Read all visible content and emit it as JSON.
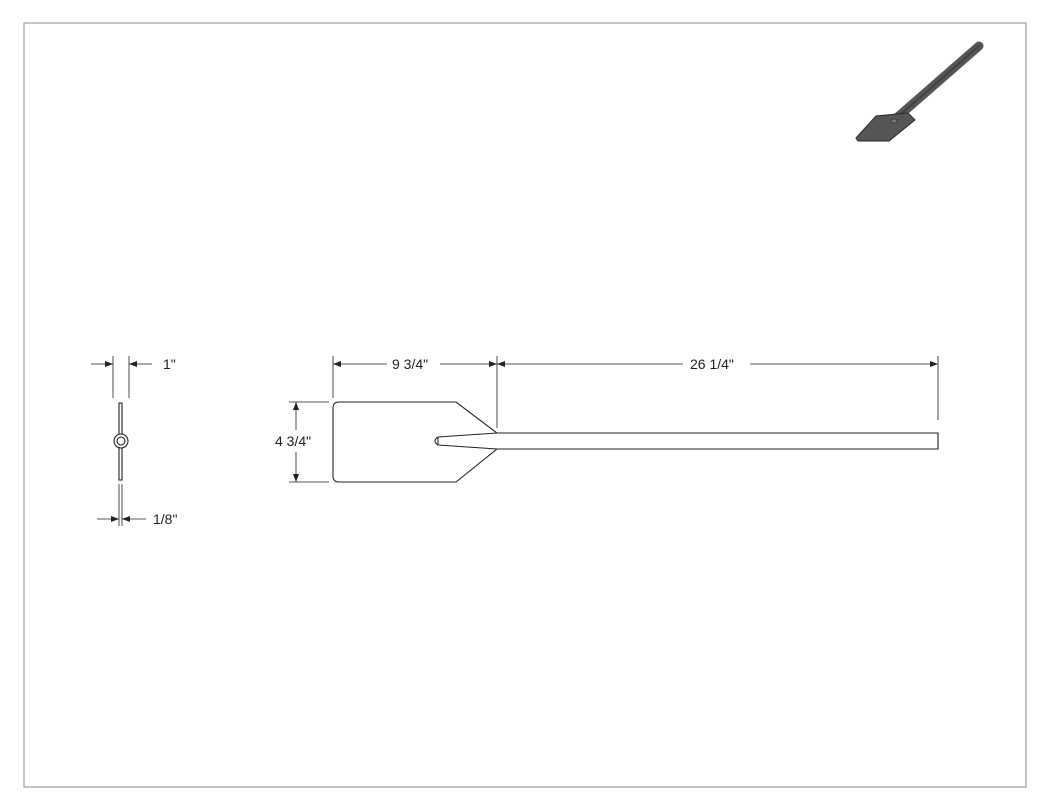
{
  "dimensions": {
    "side_width": "1\"",
    "side_thickness": "1/8\"",
    "blade_length": "9 3/4\"",
    "handle_length": "26 1/4\"",
    "blade_width": "4 3/4\""
  },
  "colors": {
    "line": "#222222",
    "frame": "#8a8a8a",
    "iso_fill": "#555555"
  },
  "icons": {
    "iso_view": "paddle-isometric-icon"
  }
}
